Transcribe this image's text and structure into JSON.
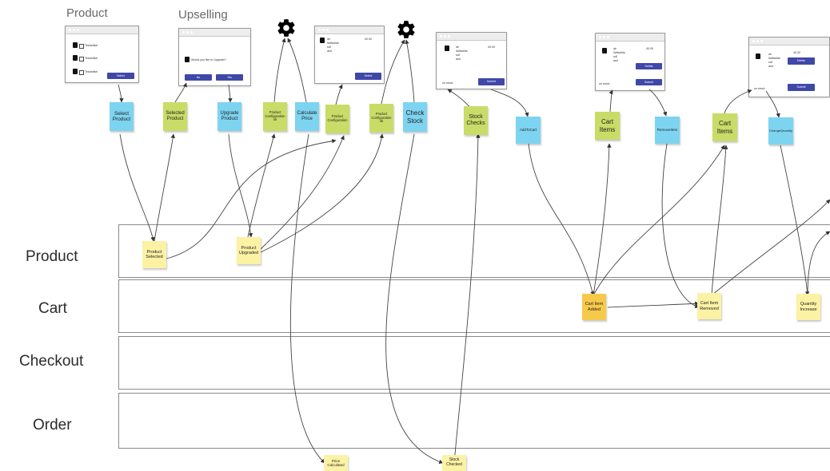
{
  "titles": {
    "product": "Product",
    "upselling": "Upselling"
  },
  "lanes": [
    "Product",
    "Cart",
    "Checkout",
    "Order"
  ],
  "wireframes": {
    "wf1": {
      "items": [
        "Testartikel",
        "Testartikel",
        "Testartikel"
      ],
      "button": "Select"
    },
    "wf2": {
      "question": "Would you like to Upgrade?",
      "no": "No",
      "yes": "Yes"
    },
    "wf3": {
      "lines": [
        "de",
        "Ilaftaddla",
        "sdf",
        "asd"
      ],
      "price": "40.00",
      "button": "Select"
    },
    "wf4": {
      "lines": [
        "de",
        "Ilaftaddla",
        "sdf",
        "asd"
      ],
      "price": "40.00",
      "stock": "on stock",
      "button": "Submit"
    },
    "wf5": {
      "lines": [
        "de",
        "Ilaftaddla",
        "sdf",
        "asd"
      ],
      "price": "40.00",
      "stock": "on stock",
      "btn1": "Delete",
      "btn2": "Submit"
    },
    "wf6": {
      "lines": [
        "de",
        "Ilaftaddla",
        "sdf",
        "asd"
      ],
      "price": "40.00",
      "stock": "on stock",
      "btn1": "Delete",
      "btn2": "Submit"
    }
  },
  "stickies": {
    "select_product": "Select Product",
    "selected_product": "Selected Product",
    "upgrade_product": "Upgrade Product",
    "product_config_ok": "Product Configuration ok",
    "calculate_price": "Calculate Price",
    "product_configuration": "Product Configuration",
    "product_config_ok2": "Product Configuration ok",
    "check_stock": "Check Stock",
    "stock_checks": "Stock Checks",
    "add_to_cart": "AddToCart",
    "cart_items_1": "Cart Items",
    "remove_item": "RemoveItem",
    "cart_items_2": "Cart Items",
    "change_quantity": "ChangeQuantity",
    "product_selected": "Product Selected",
    "product_upgraded": "Product Upgraded",
    "cart_item_added": "Cart Item Added",
    "cart_item_removed": "Cart Item Removed",
    "quantity_increased": "Quantity Increase",
    "price_calculated": "Price Calculated",
    "stock_checked": "Stock Checked"
  },
  "colors": {
    "command": "#7dd4f0",
    "read_model": "#c9dc67",
    "event": "#fbf2a4",
    "event_hot": "#f6c94b",
    "button": "#3f48a8"
  },
  "icons": [
    "gear-icon",
    "gear-icon"
  ]
}
